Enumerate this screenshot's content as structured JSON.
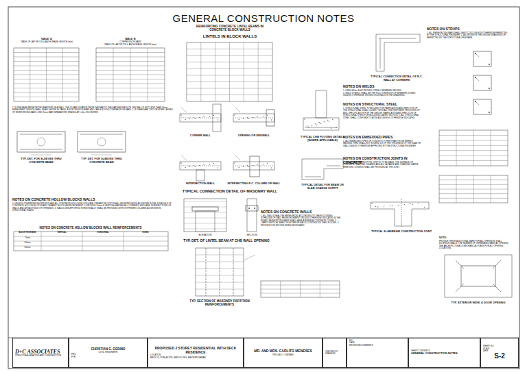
{
  "diagram": {
    "title": "GENERAL CONSTRUCTION NOTES",
    "nodes": [
      {
        "text": [
          "D+C ASSOCIATES",
          "STRUCTURAL ANALYSIS AND CONSTRUCTION"
        ]
      },
      {
        "text": [
          "CHRISTIAN G. GODINO",
          "CIVIL ENGINEER",
          "PRC:",
          "PTR:"
        ]
      },
      {
        "text": [
          "PROPOSED 2 STOREY RESIDENTIAL WITH DECK RESIDENCE",
          "LOCATION:",
          "BRGY. 01, POBLACION, MAYDOLONG, EASTERN SAMAR"
        ]
      },
      {
        "text": [
          "MR. AND MRS. CARLITO MENESES",
          "PROJECT OWNER"
        ]
      },
      {
        "text": [
          "CHECKED BY:",
          "DRAWN BY:"
        ]
      },
      {
        "text": [
          "NO.",
          "DATE",
          "REVISIONS/COMMENTS"
        ]
      },
      {
        "text": [
          "SHEET CONTENTS",
          "GENERAL CONSTRUCTION NOTES"
        ]
      },
      {
        "text": [
          "SHEET NO.",
          "SCALE",
          "DATE",
          "S-2"
        ]
      }
    ],
    "labels": [
      "TABLE 'A'",
      "TABLE OF LAP SPLICE & ANCHORAGE LENGTH (mm)",
      "TABLE 'B'",
      "COMPRESSION BARS",
      "TABLE OF LAP SPLICE & ANCHORAGE LENGTH (mm)",
      "REINFORCING CONCRETE LINTEL BEAMS IN CONCRETE BLOCK WALLS",
      "LINTELS IN BLOCK WALLS",
      "CORNER WALL",
      "OPENING OR ENDWALL",
      "INTERSECTION WALL",
      "INTERSECTING R.C. COLUMN OR WALL",
      "TYPICAL CONNECTION DETAIL OF MASONRY WALL",
      "TYP. DET. FOR SLEEVES THRU CONCRETE BEAM",
      "TYP. DET. FOR SLEEVES THRU CONCRETE BEAM",
      "NOTES ON CONCRETE HOLLOW BLOCKS WALLS",
      "NOTES ON CONCRETE HOLLOW BLOCKS WALL REINFORCEMENTS",
      "ELEVATION",
      "SECTION",
      "TYP. DET. OF LINTEL BEAM AT CHB WALL OPENING",
      "TYP. SECTION OF MASONRY PARTITION REINFORCEMENTS",
      "NOTES ON CONCRETE WALLS",
      "TYPICAL CHB FOOTING DETAILS (WHERE APPLICABLE)",
      "TYPICAL DETAIL FOR BEAM OR SLAB CHANGE SOFFIT",
      "TYPICAL CONNECTION DETAIL OF R.C. WALL AT CORNERS",
      "NOTES ON STRUPS",
      "NOTES ON WELDS",
      "NOTES ON STRUCTURAL STEEL",
      "NOTES ON EMBEDDED PIPES",
      "NOTES ON CONSTRUCTION JOINTS IN CONCRETE",
      "TYPICAL SLAB/BEAM CONSTRUCTION JOINT",
      "TYP. EXTERIOR WDW. & DOOR OPENING",
      "1. USED E60xx ELECTRODES FOR ALL MEMBERS WELDED.",
      "2. WELD SYMBOL SHALL BE THE FULL STRENGTH OF MEMBERS JOINED UNLESS OTHERWISE SHOWN ON DETAILS IN THE DRAWINGS.",
      "1. STRUCTURAL STEEL TO BE USED FOR FABRICATION AND ERECTION OF THE STRUCTURAL SHALL COMPLY WITH ALL THE PERTINENT PROVISION OF AISC SPECIFICATION FOR THE DESIGN, FABRICATION AND ERECTION OF STRUCTURAL STEEL FOR BUILDINGS LATEST EDITION. 2. ALL STRUCTURAL STEEL SHALL CONFORM TO ASTM A36 UNLESS OTHERWISE INDICATED.",
      "1. ALL EMBEDDED PIPES OR CONDUITS OTHER THAN THOSE MERELY PASSING THRU SHALL NOT EXCEED 1/3 OF THE THICKNESS OF THE SLAB OR WALL UNLESS OTHERWISE APPROVED BY THE STRUCTURAL ENGINEER.",
      "1. WHERE A CONSTRUCTION JOINT IS TO BE MADE, THE SURFACE OF CONCRETE SHALL BE CLEANED AND ALL LAITANCE AND STANDING WATER REMOVED. DOWELS SHALL BE PROVIDED AT THE JOINT.",
      "1. ALL REINFORCING BARS SHALL BENT COLD UNLESS OTHERWISE PERMITTED BY THE STRUCTURAL ENGINEER. 2. AS SHOWN IN THE DESIGN DRAWINGS OR PERMITTED BY THE STRUCTURAL ENGINEER.",
      "1. UNLESS OTHERWISE SHOWN IN PLANS ALL CONCRETE HOLLOW BLOCKS AND CERAMIC BLOCKS SHALL BE REINFORCED AS SHOWN IN THE SCHEDULE OF CONCRETE HOLLOW BLOCKS AND CERAMIC BLOCK REINFORCEMENT. 2. PROVIDE 10mm Ø VERTICAL BARS AT ALL CORNERS, ENDS AND INTERSECTIONS OF WALLS AND AT EACH SIDE OF OPENINGS. 3. WALLS UNSUPPORTED HORIZONTALLY SHALL BE PROVIDED WITH STIFFENER COLUMNS AS SHOWN IN STRUCTURAL PLANS.",
      "1. ALL WALLS SHALL BE REINFORCED ACCORDING TO THE FOLLOWING SCHEDULE OF WALL REINFORCEMENT UNLESS OTHERWISE INDICATED IN THE PLANS. REINFORCING BARS SHALL HAVE A MINIMUM CONCRETE COVER. 2. CARRY VERTICAL BARS OF EXTERIOR WALLS CONTINUOUS THRU FLOORS. 3. PROVIDE FOR SPLICES WHEN NECESSARY.",
      "1. IF THE BEAM REINFORCING BARS END IN A WALL, THE CLEAR DISTANCE FROM THE BAR TO THE FARTHER FACE OF THE WALL IS NOT LESS THAN 50mm. EMBEDMENT LENGTH SHALL BE AS SHOWN IN TABLE 'A' FOR TENSION BARS AND TABLE 'B' FOR COMPRESSION BARS. 2. IF THERE ARE TWO OR MORE LAYERS OF REINFORCING BARS, USE 25mm BAR SEPARATORS SPACED AT 1.00m ON CENTER.",
      "NOTE:",
      "PROVIDE THESE ADDITIONAL BARS FOR ALL OPENINGS IN ALL EXTERIOR WALLS. THE NUMBER OF TERMINATED BARS AT OPENING SEE ARCHITECTURAL & MECHANICAL PLANS FOR ALL OPENING LOCATIONS.",
      "BLOCK THICKNESS",
      "VERTICAL",
      "HORIZONTAL",
      "NOTES",
      "75mm",
      "100mm",
      "150mm"
    ]
  }
}
